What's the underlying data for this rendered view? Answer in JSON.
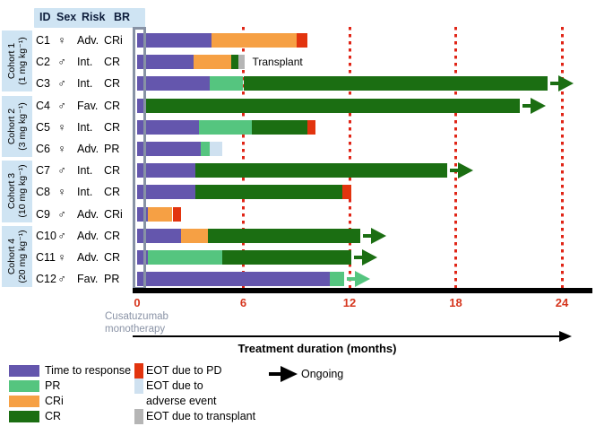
{
  "header": {
    "columns": [
      "ID",
      "Sex",
      "Risk",
      "BR"
    ]
  },
  "phase": {
    "line1": "Cusatuzumab",
    "line2": "monotherapy"
  },
  "chart_data": {
    "type": "swimmer-bar",
    "xlabel": "Treatment duration (months)",
    "x_ticks": [
      0,
      6,
      12,
      18,
      24
    ],
    "xlim": [
      0,
      25.6
    ],
    "gridline_months": [
      6,
      12,
      18,
      24
    ],
    "grid_color": "#e02517",
    "tick_color": "#d6361e",
    "cohorts": [
      {
        "name": "Cohort 1",
        "dose": "(1 mg kg⁻¹)",
        "rows": [
          0,
          2
        ]
      },
      {
        "name": "Cohort 2",
        "dose": "(3 mg kg⁻¹)",
        "rows": [
          3,
          5
        ]
      },
      {
        "name": "Cohort 3",
        "dose": "(10 mg kg⁻¹)",
        "rows": [
          6,
          8
        ]
      },
      {
        "name": "Cohort 4",
        "dose": "(20 mg kg⁻¹)",
        "rows": [
          9,
          11
        ]
      }
    ],
    "patients": [
      {
        "id": "C1",
        "sex": "♀",
        "risk": "Adv.",
        "br": "CRi",
        "ongoing": false,
        "annotation": null,
        "segments": [
          [
            "time_to_response",
            0,
            4.2
          ],
          [
            "cri",
            4.2,
            9.0
          ],
          [
            "eot_pd",
            9.0,
            9.6
          ]
        ]
      },
      {
        "id": "C2",
        "sex": "♂",
        "risk": "Int.",
        "br": "CR",
        "ongoing": false,
        "annotation": "Transplant",
        "segments": [
          [
            "time_to_response",
            0,
            3.2
          ],
          [
            "cri",
            3.2,
            5.3
          ],
          [
            "cr",
            5.3,
            5.7
          ],
          [
            "eot_transplant",
            5.7,
            6.1
          ]
        ]
      },
      {
        "id": "C3",
        "sex": "♂",
        "risk": "Int.",
        "br": "CR",
        "ongoing": true,
        "annotation": null,
        "segments": [
          [
            "time_to_response",
            0,
            4.1
          ],
          [
            "pr",
            4.1,
            6.0
          ],
          [
            "cr",
            6.0,
            23.2
          ]
        ]
      },
      {
        "id": "C4",
        "sex": "♂",
        "risk": "Fav.",
        "br": "CR",
        "ongoing": true,
        "annotation": null,
        "segments": [
          [
            "time_to_response",
            0,
            0.5
          ],
          [
            "cr",
            0.5,
            21.6
          ]
        ]
      },
      {
        "id": "C5",
        "sex": "♀",
        "risk": "Int.",
        "br": "CR",
        "ongoing": false,
        "annotation": null,
        "segments": [
          [
            "time_to_response",
            0,
            3.5
          ],
          [
            "pr",
            3.5,
            6.5
          ],
          [
            "cr",
            6.5,
            9.6
          ],
          [
            "eot_pd",
            9.6,
            10.1
          ]
        ]
      },
      {
        "id": "C6",
        "sex": "♀",
        "risk": "Adv.",
        "br": "PR",
        "ongoing": false,
        "annotation": null,
        "segments": [
          [
            "time_to_response",
            0,
            3.6
          ],
          [
            "pr",
            3.6,
            4.1
          ],
          [
            "eot_ae",
            4.1,
            4.8
          ]
        ]
      },
      {
        "id": "C7",
        "sex": "♂",
        "risk": "Int.",
        "br": "CR",
        "ongoing": true,
        "annotation": null,
        "segments": [
          [
            "time_to_response",
            0,
            3.3
          ],
          [
            "cr",
            3.3,
            17.5
          ]
        ]
      },
      {
        "id": "C8",
        "sex": "♀",
        "risk": "Int.",
        "br": "CR",
        "ongoing": false,
        "annotation": null,
        "segments": [
          [
            "time_to_response",
            0,
            3.3
          ],
          [
            "cr",
            3.3,
            11.6
          ],
          [
            "eot_pd",
            11.6,
            12.1
          ]
        ]
      },
      {
        "id": "C9",
        "sex": "♂",
        "risk": "Adv.",
        "br": "CRi",
        "ongoing": false,
        "annotation": null,
        "segments": [
          [
            "time_to_response",
            0,
            0.6
          ],
          [
            "cri",
            0.6,
            2.0
          ],
          [
            "eot_pd",
            2.0,
            2.5
          ]
        ]
      },
      {
        "id": "C10",
        "sex": "♂",
        "risk": "Adv.",
        "br": "CR",
        "ongoing": true,
        "annotation": null,
        "segments": [
          [
            "time_to_response",
            0,
            2.5
          ],
          [
            "cri",
            2.5,
            4.0
          ],
          [
            "cr",
            4.0,
            12.6
          ]
        ]
      },
      {
        "id": "C11",
        "sex": "♀",
        "risk": "Adv.",
        "br": "CR",
        "ongoing": true,
        "annotation": null,
        "segments": [
          [
            "time_to_response",
            0,
            0.6
          ],
          [
            "pr",
            0.6,
            4.8
          ],
          [
            "cr",
            4.8,
            12.1
          ]
        ]
      },
      {
        "id": "C12",
        "sex": "♂",
        "risk": "Fav.",
        "br": "PR",
        "ongoing": true,
        "annotation": null,
        "segments": [
          [
            "time_to_response",
            0,
            10.9
          ],
          [
            "pr",
            10.9,
            11.7
          ]
        ]
      }
    ],
    "segment_colors": {
      "time_to_response": "#6456ad",
      "pr": "#55c57f",
      "cri": "#f6a044",
      "cr": "#1b6e12",
      "eot_pd": "#e2340e",
      "eot_ae": "#cfe1f0",
      "eot_transplant": "#b5b5b5"
    }
  },
  "legend": {
    "response_entries": [
      {
        "key": "time_to_response",
        "label": "Time to response"
      },
      {
        "key": "pr",
        "label": "PR"
      },
      {
        "key": "cri",
        "label": "CRi"
      },
      {
        "key": "cr",
        "label": "CR"
      }
    ],
    "eot_entries": [
      {
        "key": "eot_pd",
        "label": "EOT due to PD"
      },
      {
        "key": "eot_ae",
        "label": "EOT due to"
      },
      {
        "key": null,
        "label": "adverse event"
      },
      {
        "key": "eot_transplant",
        "label": "EOT due to transplant"
      }
    ],
    "ongoing_label": "Ongoing"
  }
}
